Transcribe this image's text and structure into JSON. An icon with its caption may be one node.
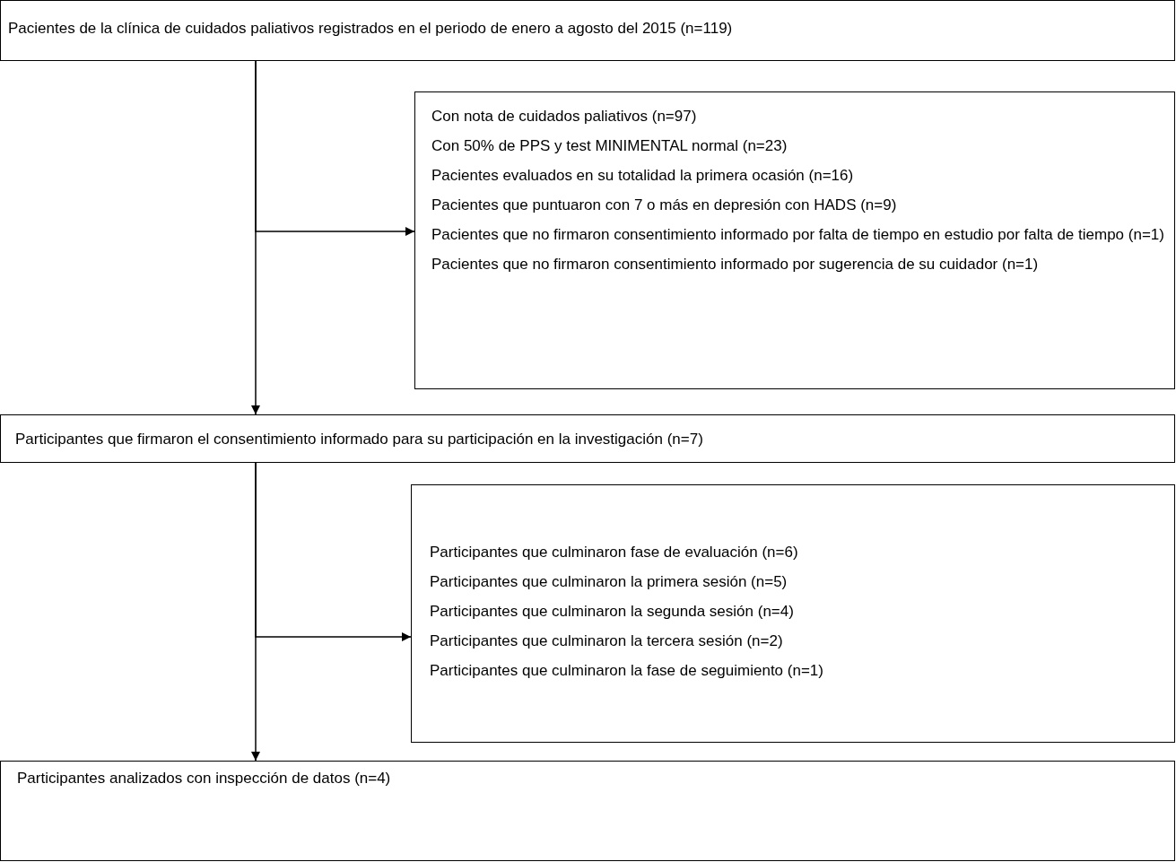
{
  "diagram": {
    "nodes": [
      {
        "text": [
          "Pacientes de la clínica de cuidados paliativos registrados en el periodo de enero a agosto del 2015 (n=119)"
        ]
      },
      {
        "text": [
          "Con nota de cuidados paliativos  (n=97)",
          "Con 50% de PPS y test MINIMENTAL normal (n=23)",
          "Pacientes evaluados en su totalidad la primera ocasión (n=16)",
          "Pacientes que puntuaron con 7 o más en depresión con HADS (n=9)",
          "Pacientes que no firmaron consentimiento informado por falta de tiempo en estudio por falta de tiempo (n=1)",
          "Pacientes que no firmaron consentimiento informado por sugerencia de su cuidador (n=1)"
        ]
      },
      {
        "text": [
          "Participantes que firmaron el consentimiento informado para su participación en la investigación (n=7)"
        ]
      },
      {
        "text": [
          "Participantes que culminaron fase de evaluación  (n=6)",
          "Participantes que culminaron la primera sesión  (n=5)",
          "Participantes que culminaron la segunda sesión  (n=4)",
          "Participantes que culminaron la tercera sesión  (n=2)",
          "Participantes que culminaron la fase de seguimiento  (n=1)"
        ]
      },
      {
        "text": [
          "Participantes analizados con inspección de datos (n=4)"
        ]
      }
    ],
    "edges": [
      {
        "from": 0,
        "to": 2,
        "arrow": "to"
      },
      {
        "from": 0,
        "to": 1,
        "arrow": "to"
      },
      {
        "from": 2,
        "to": 4,
        "arrow": "to"
      },
      {
        "from": 2,
        "to": 3,
        "arrow": "to"
      }
    ]
  }
}
